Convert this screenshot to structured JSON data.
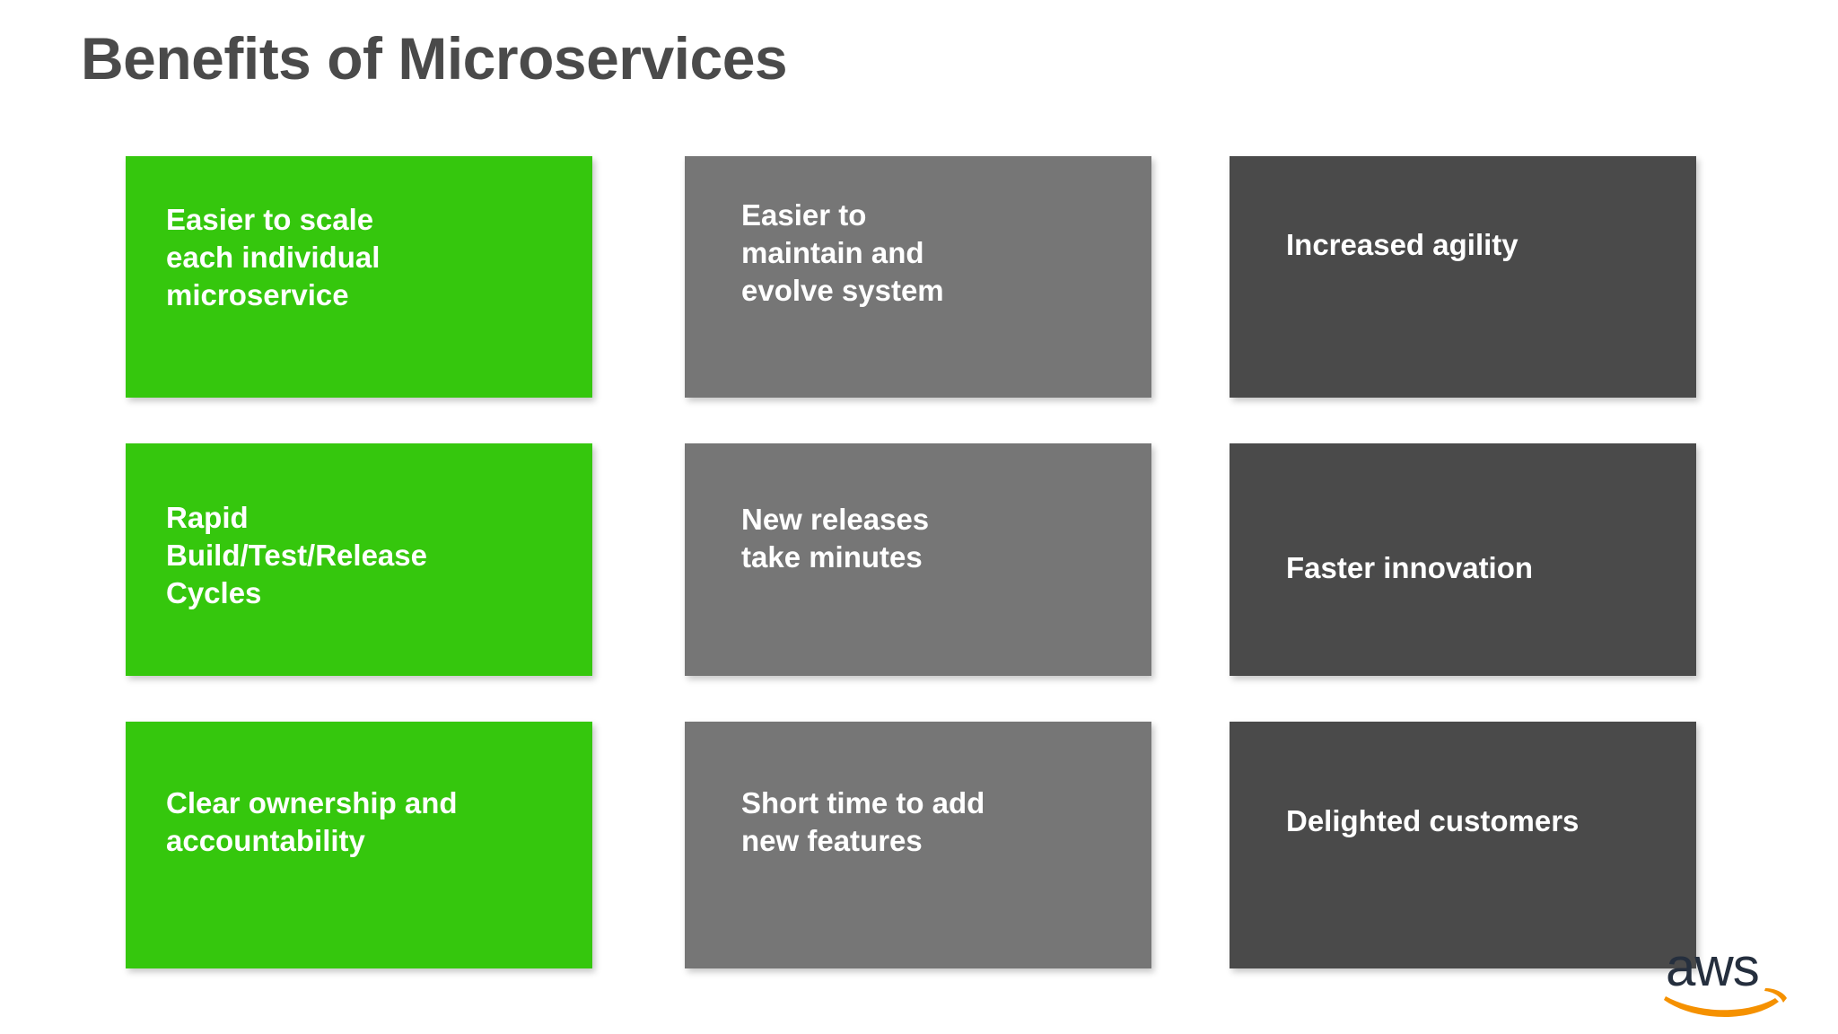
{
  "slide": {
    "title": "Benefits of Microservices",
    "background_color": "#ffffff",
    "title_color": "#4a4a4a"
  },
  "palette": {
    "green": "#35c70d",
    "medium_gray": "#767676",
    "dark_gray": "#4a4a4a",
    "card_text": "#ffffff",
    "aws_wordmark": "#252f3e",
    "aws_smile": "#f59100"
  },
  "grid": {
    "rows": 3,
    "columns": 3,
    "cards": [
      {
        "id": "easier-to-scale",
        "row": 1,
        "column": 1,
        "color_key": "green",
        "color": "#35c70d",
        "text": "Easier to scale\neach individual\nmicroservice"
      },
      {
        "id": "easier-to-maintain",
        "row": 1,
        "column": 2,
        "color_key": "medium_gray",
        "color": "#767676",
        "text": "Easier to\nmaintain and\nevolve system"
      },
      {
        "id": "increased-agility",
        "row": 1,
        "column": 3,
        "color_key": "dark_gray",
        "color": "#4a4a4a",
        "text": "Increased agility"
      },
      {
        "id": "rapid-cycles",
        "row": 2,
        "column": 1,
        "color_key": "green",
        "color": "#35c70d",
        "text": "Rapid\nBuild/Test/Release\nCycles"
      },
      {
        "id": "new-releases",
        "row": 2,
        "column": 2,
        "color_key": "medium_gray",
        "color": "#767676",
        "text": "New releases\ntake minutes"
      },
      {
        "id": "faster-innovation",
        "row": 2,
        "column": 3,
        "color_key": "dark_gray",
        "color": "#4a4a4a",
        "text": "Faster innovation"
      },
      {
        "id": "clear-ownership",
        "row": 3,
        "column": 1,
        "color_key": "green",
        "color": "#35c70d",
        "text": "Clear ownership and\naccountability"
      },
      {
        "id": "short-time-to-add",
        "row": 3,
        "column": 2,
        "color_key": "medium_gray",
        "color": "#767676",
        "text": "Short time to add\nnew features"
      },
      {
        "id": "delighted-customers",
        "row": 3,
        "column": 3,
        "color_key": "dark_gray",
        "color": "#4a4a4a",
        "text": "Delighted customers"
      }
    ]
  },
  "logo": {
    "name": "aws-logo",
    "wordmark": "aws"
  }
}
